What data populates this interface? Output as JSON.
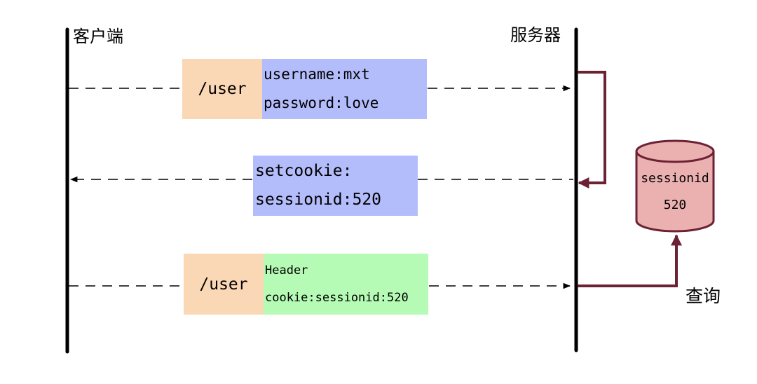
{
  "actors": {
    "client": "客户端",
    "server": "服务器"
  },
  "login_request": {
    "path": "/user",
    "line1": "username:mxt",
    "line2": "password:love"
  },
  "set_cookie_response": {
    "line1": "setcookie:",
    "line2": "sessionid:520"
  },
  "cookie_request": {
    "path": "/user",
    "line1": "Header",
    "line2": "cookie:sessionid:520"
  },
  "session_store": {
    "line1": "sessionid",
    "line2": "520"
  },
  "query_label": "查询",
  "colors": {
    "path_box": "#fad7b5",
    "login_box": "#b4bdfb",
    "cookie_box": "#b5fbb5",
    "loop_arrow": "#6d2135",
    "db_fill": "#ebb1b1",
    "db_stroke": "#6d2135",
    "lifeline": "#000000"
  }
}
